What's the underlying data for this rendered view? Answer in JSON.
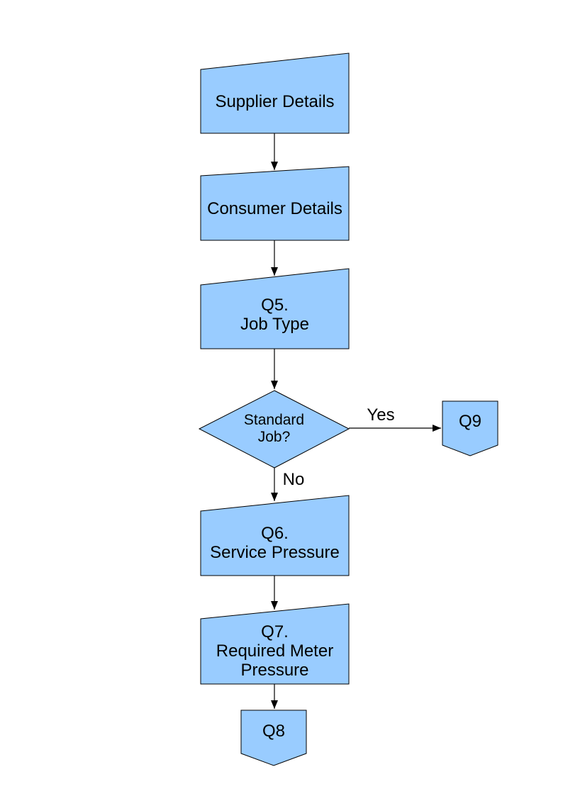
{
  "page": {
    "background": "#ffffff"
  },
  "flowchart": {
    "colors": {
      "node_fill": "#99ccff",
      "node_border": "#000000",
      "edge_color": "#000000",
      "text_color": "#000000"
    },
    "nodes": {
      "supplier": {
        "label": "Supplier Details",
        "shape": "manual-input"
      },
      "consumer": {
        "label": "Consumer Details",
        "shape": "manual-input"
      },
      "q5": {
        "label": "Q5.\nJob Type",
        "shape": "manual-input"
      },
      "decision": {
        "label": "Standard\nJob?",
        "shape": "decision-diamond"
      },
      "q9": {
        "label": "Q9",
        "shape": "off-page-connector"
      },
      "q6": {
        "label": "Q6.\nService Pressure",
        "shape": "manual-input"
      },
      "q7": {
        "label": "Q7.\nRequired Meter\nPressure",
        "shape": "manual-input"
      },
      "q8": {
        "label": "Q8",
        "shape": "off-page-connector"
      }
    },
    "edge_labels": {
      "yes": "Yes",
      "no": "No"
    }
  }
}
